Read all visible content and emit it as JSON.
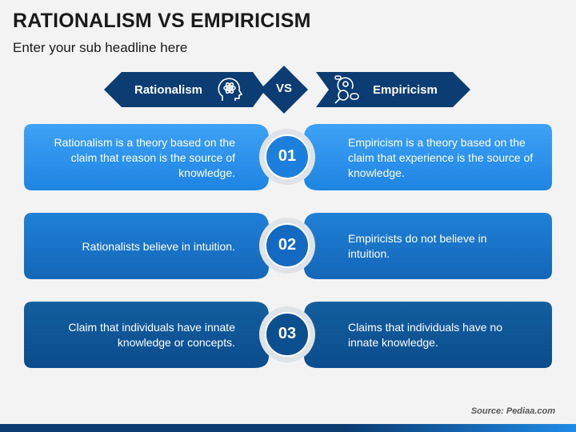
{
  "title": "RATIONALISM VS EMPIRICISM",
  "subtitle": "Enter your sub headline here",
  "headers": {
    "left": "Rationalism",
    "vs": "VS",
    "right": "Empiricism",
    "left_icon": "head-atom-icon",
    "right_icon": "head-magnifier-icon"
  },
  "rows": [
    {
      "number": "01",
      "left": "Rationalism is a theory based on the claim that reason is the source of knowledge.",
      "right": "Empiricism is a theory based on the claim that experience is the source of knowledge."
    },
    {
      "number": "02",
      "left": "Rationalists believe in intuition.",
      "right": "Empiricists do not believe in intuition."
    },
    {
      "number": "03",
      "left": "Claim that individuals have innate knowledge or concepts.",
      "right": "Claims that individuals have no innate knowledge."
    }
  ],
  "source": "Source: Pediaa.com",
  "colors": {
    "dark_navy": "#0b3c72",
    "row1": "#2a90ec",
    "row2": "#1672c6",
    "row3": "#0e5699",
    "circle_ring": "#dfe3e8"
  }
}
